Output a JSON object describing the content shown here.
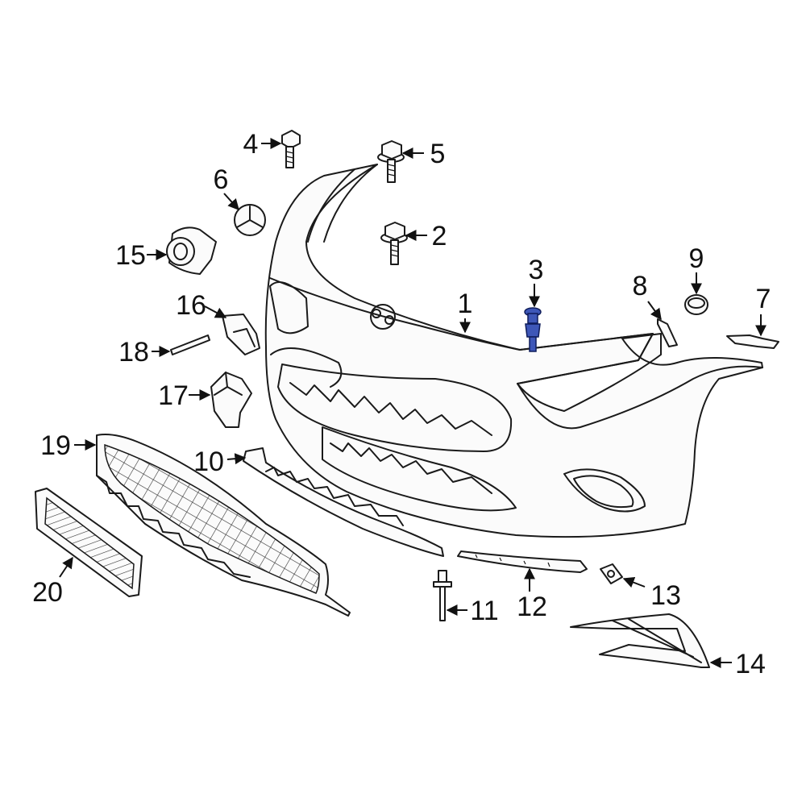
{
  "callouts": [
    {
      "id": "c1",
      "label": "1"
    },
    {
      "id": "c2",
      "label": "2"
    },
    {
      "id": "c3",
      "label": "3"
    },
    {
      "id": "c4",
      "label": "4"
    },
    {
      "id": "c5",
      "label": "5"
    },
    {
      "id": "c6",
      "label": "6"
    },
    {
      "id": "c7",
      "label": "7"
    },
    {
      "id": "c8",
      "label": "8"
    },
    {
      "id": "c9",
      "label": "9"
    },
    {
      "id": "c10",
      "label": "10"
    },
    {
      "id": "c11",
      "label": "11"
    },
    {
      "id": "c12",
      "label": "12"
    },
    {
      "id": "c13",
      "label": "13"
    },
    {
      "id": "c14",
      "label": "14"
    },
    {
      "id": "c15",
      "label": "15"
    },
    {
      "id": "c16",
      "label": "16"
    },
    {
      "id": "c17",
      "label": "17"
    },
    {
      "id": "c18",
      "label": "18"
    },
    {
      "id": "c19",
      "label": "19"
    },
    {
      "id": "c20",
      "label": "20"
    }
  ],
  "highlight_color": "#3e57b8",
  "icons": {
    "arrowhead": "arrowhead-icon"
  }
}
